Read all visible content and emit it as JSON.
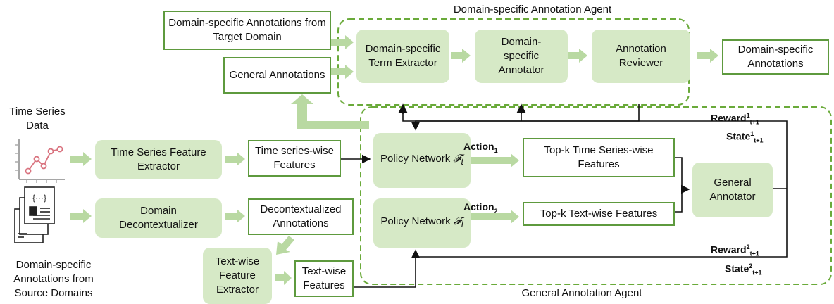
{
  "agents": {
    "domain_agent": "Domain-specific Annotation Agent",
    "general_agent": "General Annotation Agent"
  },
  "inputs": {
    "target_annotations": "Domain-specific Annotations from Target Domain",
    "general_annotations": "General Annotations",
    "time_series_data": "Time Series Data",
    "source_annotations": "Domain-specific Annotations from Source Domains"
  },
  "modules": {
    "term_extractor": "Domain-specific Term Extractor",
    "annotator": "Domain-specific Annotator",
    "reviewer": "Annotation Reviewer",
    "ts_feature_extractor": "Time Series Feature Extractor",
    "decontextualizer": "Domain Decontextualizer",
    "text_feature_extractor": "Text-wise Feature Extractor",
    "policy_network": "Policy Network",
    "policy_symbol_t": "𝓕",
    "policy_sub_t": "t",
    "policy_sub_l": "l",
    "general_annotator": "General Annotator"
  },
  "outputs": {
    "domain_annotations": "Domain-specific Annotations"
  },
  "features": {
    "ts_features": "Time series-wise Features",
    "decontext_annotations": "Decontextualized Annotations",
    "text_features": "Text-wise Features",
    "topk_ts": "Top-k Time Series-wise Features",
    "topk_text": "Top-k Text-wise Features"
  },
  "signals": {
    "action": "Action",
    "reward": "Reward",
    "state": "State",
    "one": "1",
    "two": "2",
    "t1": "t+1"
  },
  "colors": {
    "green_fill": "#d6e9c6",
    "green_border": "#5e9a3e",
    "dashed": "#6aaa3a",
    "arrow_fill": "#b9d9a2"
  }
}
